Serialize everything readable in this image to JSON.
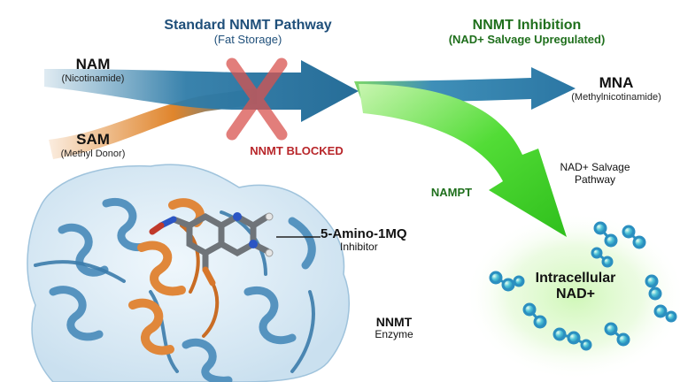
{
  "standard_pathway": {
    "title": "Standard NNMT Pathway",
    "subtitle": "(Fat Storage)"
  },
  "inhibition": {
    "title": "NNMT Inhibition",
    "subtitle": "(NAD+ Salvage Upregulated)"
  },
  "inputs": {
    "nam": {
      "name": "NAM",
      "desc": "(Nicotinamide)"
    },
    "sam": {
      "name": "SAM",
      "desc": "(Methyl Donor)"
    }
  },
  "blocked_label": "NNMT BLOCKED",
  "output_mna": {
    "name": "MNA",
    "desc": "(Methylnicotinamide)"
  },
  "nampt_label": "NAMPT",
  "salvage_label": {
    "line1": "NAD+ Salvage",
    "line2": "Pathway"
  },
  "inhibitor": {
    "name": "5-Amino-1MQ",
    "desc": "Inhibitor"
  },
  "enzyme": {
    "name": "NNMT",
    "desc": "Enzyme"
  },
  "nad_pool": {
    "line1": "Intracellular",
    "line2": "NAD+"
  },
  "colors": {
    "blue_arrow": "#2f7ca8",
    "orange_arrow": "#e0852c",
    "green_arrow": "#3fcf2a",
    "block_x": "#d9534f",
    "blocked_text": "#b8262a",
    "protein_blue": "#5b9ac4",
    "protein_orange": "#e0873a"
  }
}
